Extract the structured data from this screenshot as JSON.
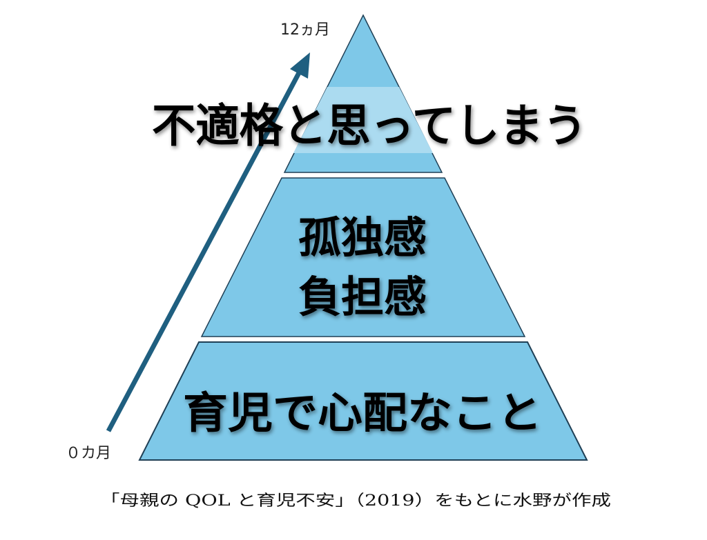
{
  "diagram": {
    "axis": {
      "start_label": "０カ月",
      "end_label": "12ヵ月"
    },
    "tiers": [
      {
        "level": "top",
        "lines": [
          "不適格と思ってしまう"
        ]
      },
      {
        "level": "middle",
        "lines": [
          "孤独感",
          "負担感"
        ]
      },
      {
        "level": "bottom",
        "lines": [
          "育児で心配なこと"
        ]
      }
    ],
    "caption": "「母親の QOL と育児不安」（2019）をもとに水野が作成",
    "colors": {
      "tier": "#7ec8e8",
      "tier_light": "#abdbf0",
      "outline": "#1f3f55",
      "arrow": "#1f5f80"
    }
  }
}
